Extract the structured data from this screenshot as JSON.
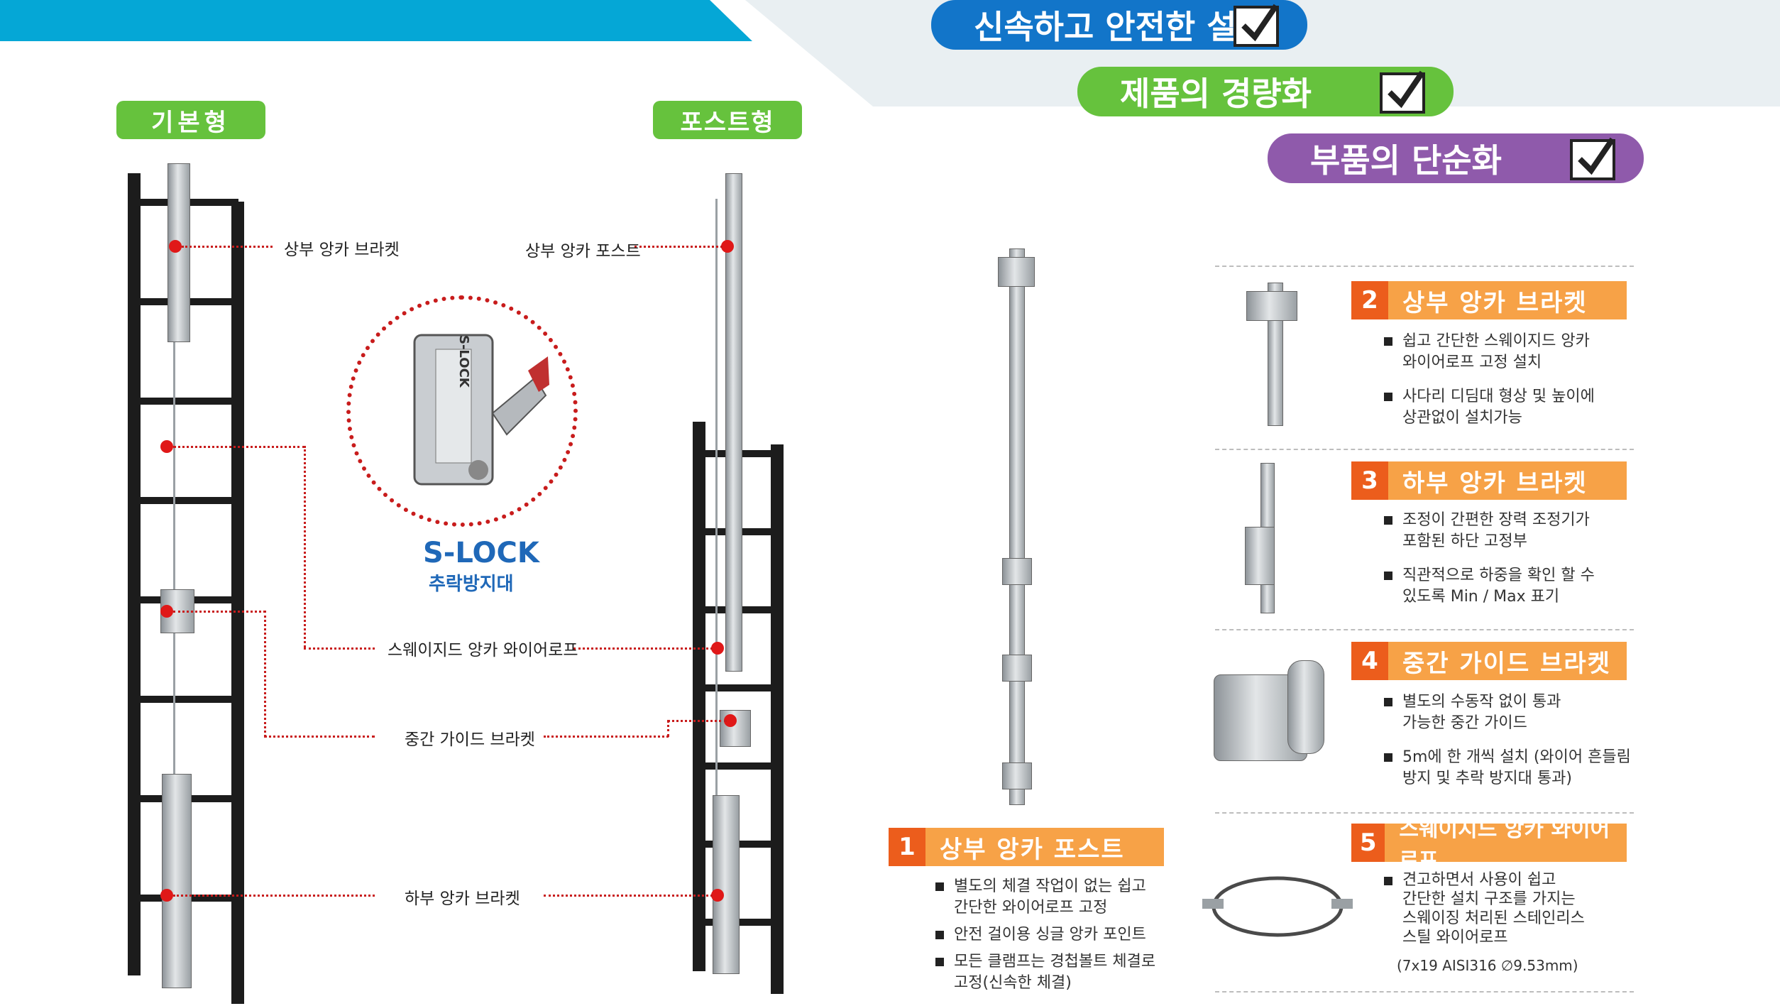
{
  "banners": {
    "install": "신속하고 안전한 설치",
    "weight": "제품의 경량화",
    "parts": "부품의 단순화"
  },
  "types": {
    "basic": "기본형",
    "post": "포스트형"
  },
  "callouts": {
    "top_bracket": "상부 앙카 브라켓",
    "top_post": "상부 앙카 포스트",
    "wire_rope": "스웨이지드 앙카 와이어로프",
    "mid_guide": "중간 가이드 브라켓",
    "bottom_bracket": "하부 앙카 브라켓"
  },
  "slock": {
    "title": "S-LOCK",
    "subtitle": "추락방지대",
    "device_text": "S-LOCK"
  },
  "sections": [
    {
      "num": "1",
      "title": "상부 앙카 포스트",
      "bullets": [
        "별도의 체결 작업이 없는 쉽고\n간단한 와이어로프 고정",
        "안전 걸이용 싱글 앙카 포인트",
        "모든 클램프는 경첩볼트 체결로\n고정(신속한 체결)"
      ]
    },
    {
      "num": "2",
      "title": "상부 앙카 브라켓",
      "bullets": [
        "쉽고 간단한 스웨이지드 앙카\n와이어로프 고정 설치",
        "사다리 디딤대 형상 및 높이에\n상관없이 설치가능"
      ]
    },
    {
      "num": "3",
      "title": "하부 앙카 브라켓",
      "bullets": [
        "조정이 간편한 장력 조정기가\n포함된 하단 고정부",
        "직관적으로 하중을 확인 할 수\n있도록 Min / Max 표기"
      ]
    },
    {
      "num": "4",
      "title": "중간 가이드 브라켓",
      "bullets": [
        "별도의 수동작 없이 통과\n가능한 중간 가이드",
        "5m에 한 개씩 설치 (와이어 흔들림\n방지 및 추락 방지대 통과)"
      ]
    },
    {
      "num": "5",
      "title": "스웨이지드 앙카 와이어로프",
      "bullets": [
        "견고하면서 사용이  쉽고\n간단한 설치 구조를 가지는\n스웨이징 처리된 스테인리스\n스틸 와이어로프"
      ],
      "note": "(7x19 AISI316 ∅9.53mm)"
    }
  ]
}
